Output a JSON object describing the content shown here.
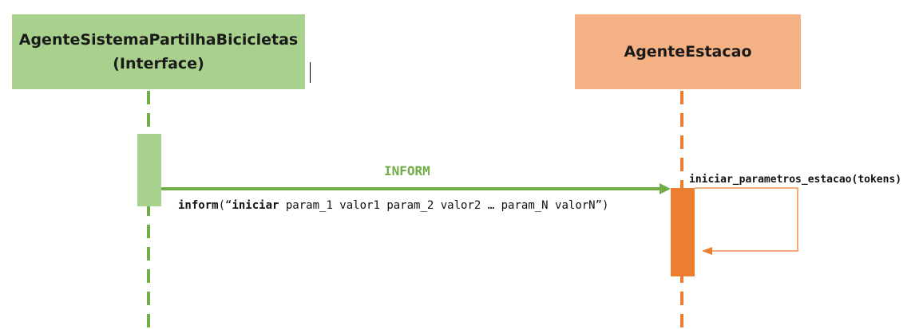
{
  "actors": {
    "left": {
      "name": "AgenteSistemaPartilhaBicicletas",
      "subtitle": "(Interface)"
    },
    "right": {
      "name": "AgenteEstacao"
    }
  },
  "messages": {
    "inform_title": "INFORM",
    "inform_call": {
      "func": "inform",
      "open": "(“",
      "keyword": "iniciar",
      "args": " param_1 valor1 param_2 valor2 … param_N valorN",
      "close": "”)"
    },
    "self_call": "iniciar_parametros_estacao(tokens)"
  },
  "colors": {
    "left_actor": "#a9d18e",
    "left_lifeline": "#70ad47",
    "right_actor": "#f4b183",
    "right_lifeline": "#ed7d31"
  }
}
